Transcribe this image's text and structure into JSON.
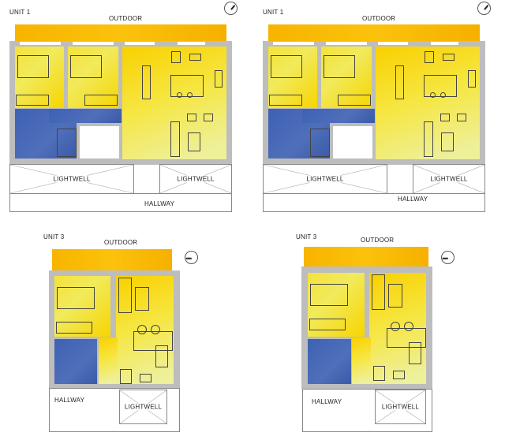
{
  "plans": [
    {
      "unit": "UNIT 1",
      "outdoor": "OUTDOOR",
      "lightwell_a": "LIGHTWELL",
      "lightwell_b": "LIGHTWELL",
      "hallway": "HALLWAY"
    },
    {
      "unit": "UNIT 1",
      "outdoor": "OUTDOOR",
      "lightwell_a": "LIGHTWELL",
      "lightwell_b": "LIGHTWELL",
      "hallway": "HALLWAY"
    },
    {
      "unit": "UNIT 3",
      "outdoor": "OUTDOOR",
      "lightwell_b": "LIGHTWELL",
      "hallway": "HALLWAY"
    },
    {
      "unit": "UNIT 3",
      "outdoor": "OUTDOOR",
      "lightwell_b": "LIGHTWELL",
      "hallway": "HALLWAY"
    }
  ],
  "colors": {
    "outdoor": "#f9be00",
    "daylight_high": "#f7d500",
    "daylight_low": "#eef09a",
    "bathroom": "#3e61b3",
    "wall": "#bdbdbd"
  }
}
